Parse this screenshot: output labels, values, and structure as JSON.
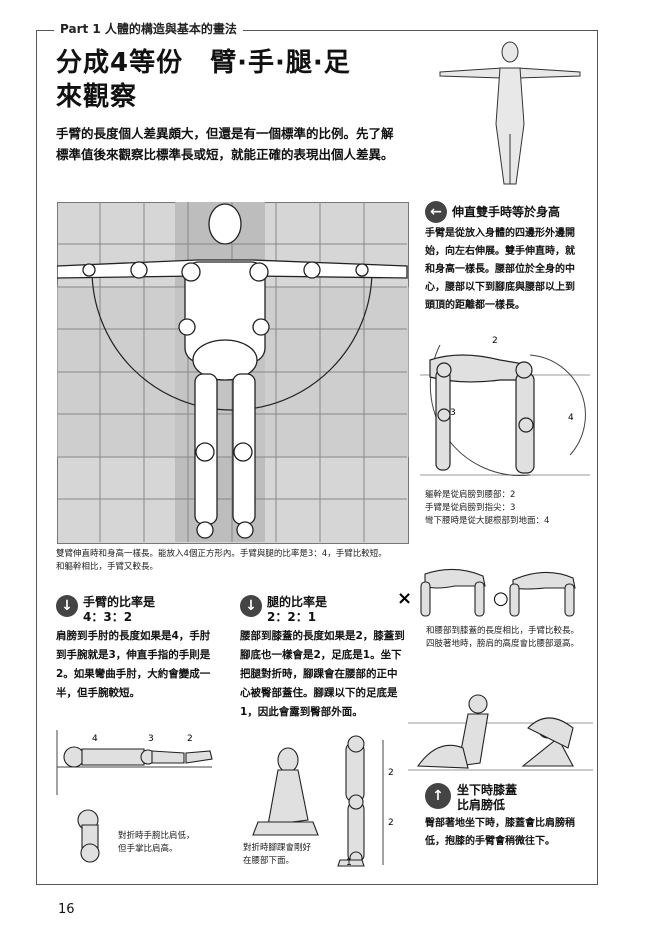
{
  "header": {
    "part_title": "Part 1 人體的構造與基本的畫法"
  },
  "main": {
    "title_line1": "分成4等份　臂·手·腿·足",
    "title_line2": "來觀察",
    "intro": "手臂的長度個人差異頗大，但還是有一個標準的比例。先了解標準值後來觀察比標準長或短，就能正確的表現出個人差異。"
  },
  "figure_main": {
    "caption_line1": "雙臂伸直時和身高一樣長。能放入4個正方形內。手臂與腿的比率是3：4，手臂比較短。",
    "caption_line2": "和軀幹相比，手臂又較長。"
  },
  "section_arm_height": {
    "title": "伸直雙手時等於身高",
    "text": "手臂是從放入身體的四邊形外邊開始，向左右伸展。雙手伸直時，就和身高一樣長。腰部位於全身的中心，腰部以下到腳底與腰部以上到頭頂的距離都一樣長。"
  },
  "figure_bend": {
    "label_2": "2",
    "label_3": "3",
    "label_4": "4",
    "caption_line1": "軀幹是從肩膀到腰部：2",
    "caption_line2": "手臂是從肩膀到指尖：3",
    "caption_line3": "彎下腰時是從大腿根部到地面：4"
  },
  "figure_crawl": {
    "wrong_mark": "×",
    "right_mark": "○",
    "caption": "和腰部到膝蓋的長度相比，手臂比較長。四肢著地時，膀肩的高度會比腰部還高。"
  },
  "section_hand_ratio": {
    "title_line1": "手臂的比率是",
    "title_line2": "4：3：2",
    "text": "肩膀到手肘的長度如果是4，手肘到手腕就是3，伸直手指的手則是2。如果彎曲手肘，大約會變成一半，但手腕較短。"
  },
  "section_leg_ratio": {
    "title_line1": "腿的比率是",
    "title_line2": "2：2：1",
    "text": "腰部到膝蓋的長度如果是2，膝蓋到腳底也一樣會是2，足底是1。坐下把腿對折時，腳踝會在腰部的正中心被臀部蓋住。腳踝以下的足底是1，因此會露到臀部外面。"
  },
  "figure_arm_segments": {
    "label_4": "4",
    "label_3": "3",
    "label_2": "2",
    "caption_line1": "對折時手腕比肩低，",
    "caption_line2": "但手掌比肩高。"
  },
  "figure_leg_segments": {
    "label_2a": "2",
    "label_2b": "2",
    "label_1": "1",
    "caption_line1": "對折時腳踝會剛好",
    "caption_line2": "在腰部下面。"
  },
  "section_sitting": {
    "title_line1": "坐下時膝蓋",
    "title_line2": "比肩膀低",
    "text": "臀部著地坐下時，膝蓋會比肩膀稍低，抱膝的手臂會稍微往下。"
  },
  "footer": {
    "page_number": "16"
  }
}
